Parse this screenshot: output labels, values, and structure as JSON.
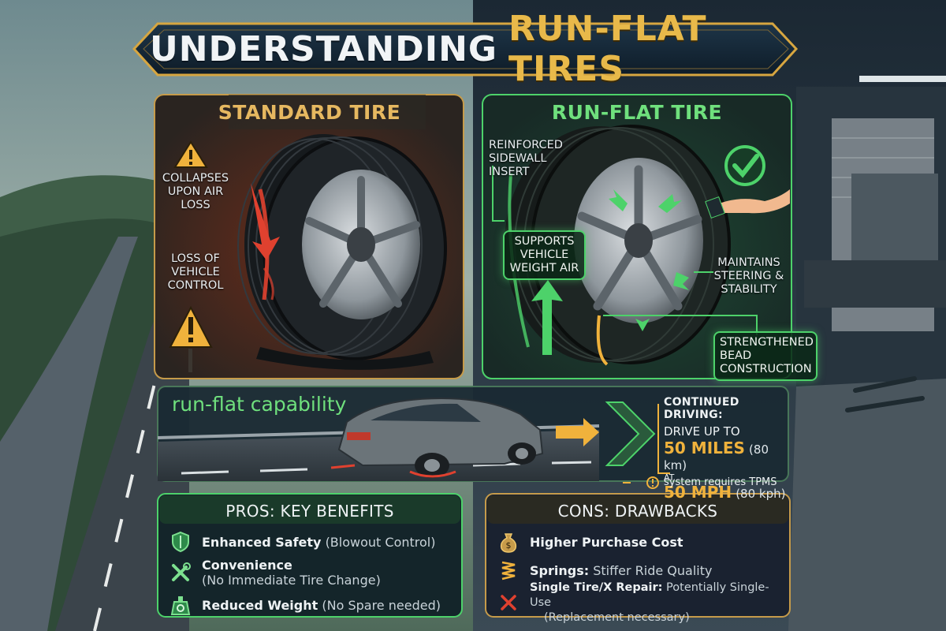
{
  "title": {
    "part1": "UNDERSTANDING",
    "part2": "RUN-FLAT TIRES"
  },
  "standard_panel": {
    "title": "STANDARD TIRE",
    "label_collapse": [
      "COLLAPSES",
      "UPON AIR",
      "LOSS"
    ],
    "label_control": [
      "LOSS OF",
      "VEHICLE",
      "CONTROL"
    ],
    "icons": [
      "warning-icon",
      "warning-icon"
    ]
  },
  "runflat_panel": {
    "title": "RUN-FLAT TIRE",
    "label_insert": [
      "REINFORCED",
      "SIDEWALL",
      "INSERT"
    ],
    "label_supports": [
      "SUPPORTS",
      "VEHICLE",
      "WEIGHT AIR"
    ],
    "label_maintains": [
      "MAINTAINS",
      "STEERING &",
      "STABILITY"
    ],
    "label_bead": [
      "STRENGTHENED",
      "BEAD",
      "CONSTRUCTION"
    ],
    "icons": [
      "checkmark-icon",
      "hand-icon"
    ]
  },
  "capability": {
    "title": "run-flat capability",
    "heading": "CONTINUED DRIVING:",
    "line1": "DRIVE UP TO",
    "miles": "50 MILES",
    "miles_metric": "(80 km)",
    "at": "AT",
    "speed": "50 MPH",
    "speed_metric": "(80 kph)",
    "note": "system requires TPMS"
  },
  "pros": {
    "title": "PROS: KEY BENEFITS",
    "items": [
      {
        "bold": "Enhanced Safety",
        "note": "(Blowout Control)",
        "icon": "shield-icon"
      },
      {
        "bold": "Convenience",
        "note": "(No Immediate Tire Change)",
        "icon": "tools-icon"
      },
      {
        "bold": "Reduced Weight",
        "note": "(No Spare needed)",
        "icon": "scale-icon"
      }
    ]
  },
  "cons": {
    "title": "CONS: DRAWBACKS",
    "items": [
      {
        "bold": "Higher Purchase Cost",
        "note": "",
        "icon": "money-bag-icon"
      },
      {
        "bold": "Springs:",
        "note": "Stiffer Ride Quality",
        "icon": "spring-icon"
      },
      {
        "bold": "Single Tire/X Repair:",
        "note": "Potentially Single-Use",
        "note2": "(Replacement necessary)",
        "icon": "x-icon"
      }
    ]
  },
  "colors": {
    "gold": "#e8b94a",
    "green": "#4dd26a",
    "red": "#e0412f",
    "navy": "#142230"
  }
}
